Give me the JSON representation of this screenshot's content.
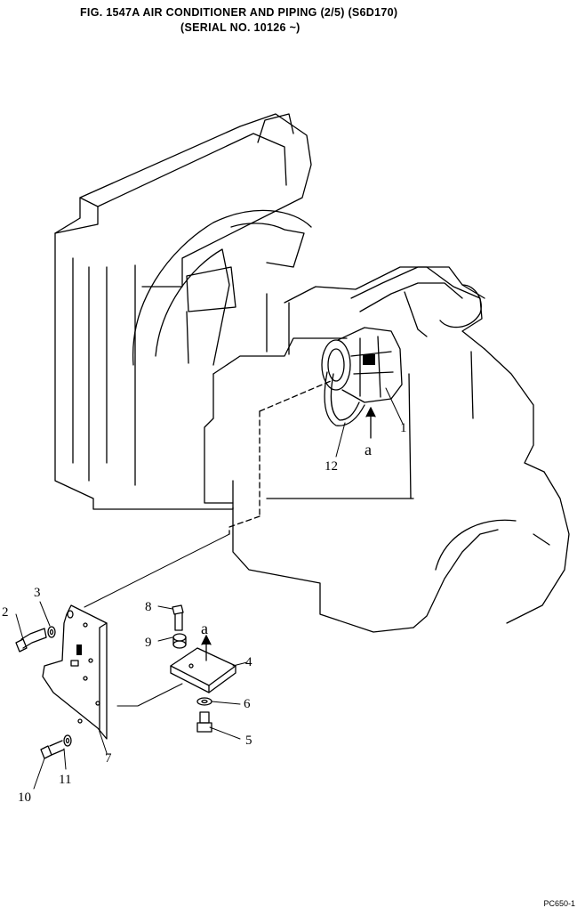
{
  "title": {
    "line1": "FIG. 1547A   AIR CONDITIONER AND PIPING (2/5) (S6D170)",
    "line2": "(SERIAL NO. 10126 ~)"
  },
  "callouts": [
    {
      "id": "1",
      "label": "1"
    },
    {
      "id": "2",
      "label": "2"
    },
    {
      "id": "3",
      "label": "3"
    },
    {
      "id": "4",
      "label": "4"
    },
    {
      "id": "5",
      "label": "5"
    },
    {
      "id": "6",
      "label": "6"
    },
    {
      "id": "7",
      "label": "7"
    },
    {
      "id": "8",
      "label": "8"
    },
    {
      "id": "9",
      "label": "9"
    },
    {
      "id": "10",
      "label": "10"
    },
    {
      "id": "11",
      "label": "11"
    },
    {
      "id": "12",
      "label": "12"
    }
  ],
  "view_markers": [
    {
      "id": "a_upper",
      "label": "a"
    },
    {
      "id": "a_lower",
      "label": "a"
    }
  ],
  "footer_code": "PC650-1"
}
